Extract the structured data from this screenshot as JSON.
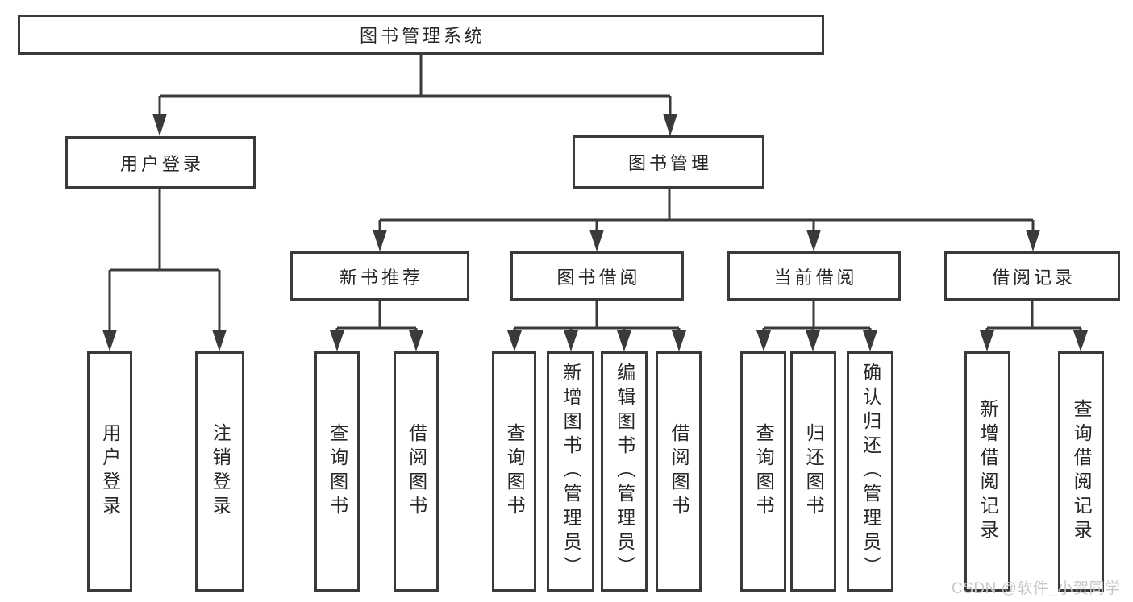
{
  "tree": {
    "root": {
      "label": "图书管理系统",
      "children": [
        {
          "label": "用户登录",
          "children": [
            {
              "label": "用户登录"
            },
            {
              "label": "注销登录"
            }
          ]
        },
        {
          "label": "图书管理",
          "children": [
            {
              "label": "新书推荐",
              "children": [
                {
                  "label": "查询图书"
                },
                {
                  "label": "借阅图书"
                }
              ]
            },
            {
              "label": "图书借阅",
              "children": [
                {
                  "label": "查询图书"
                },
                {
                  "label": "新增图书（管理员）"
                },
                {
                  "label": "编辑图书（管理员）"
                },
                {
                  "label": "借阅图书"
                }
              ]
            },
            {
              "label": "当前借阅",
              "children": [
                {
                  "label": "查询图书"
                },
                {
                  "label": "归还图书"
                },
                {
                  "label": "确认归还（管理员）"
                }
              ]
            },
            {
              "label": "借阅记录",
              "children": [
                {
                  "label": "新增借阅记录"
                },
                {
                  "label": "查询借阅记录"
                }
              ]
            }
          ]
        }
      ]
    }
  },
  "watermark": {
    "text": "CSDN @软件_小贺同学"
  },
  "colors": {
    "line": "#3a3a3a",
    "box_border": "#3a3a3a",
    "text": "#262626",
    "watermark": "#c6c8ca",
    "background": "#ffffff"
  }
}
